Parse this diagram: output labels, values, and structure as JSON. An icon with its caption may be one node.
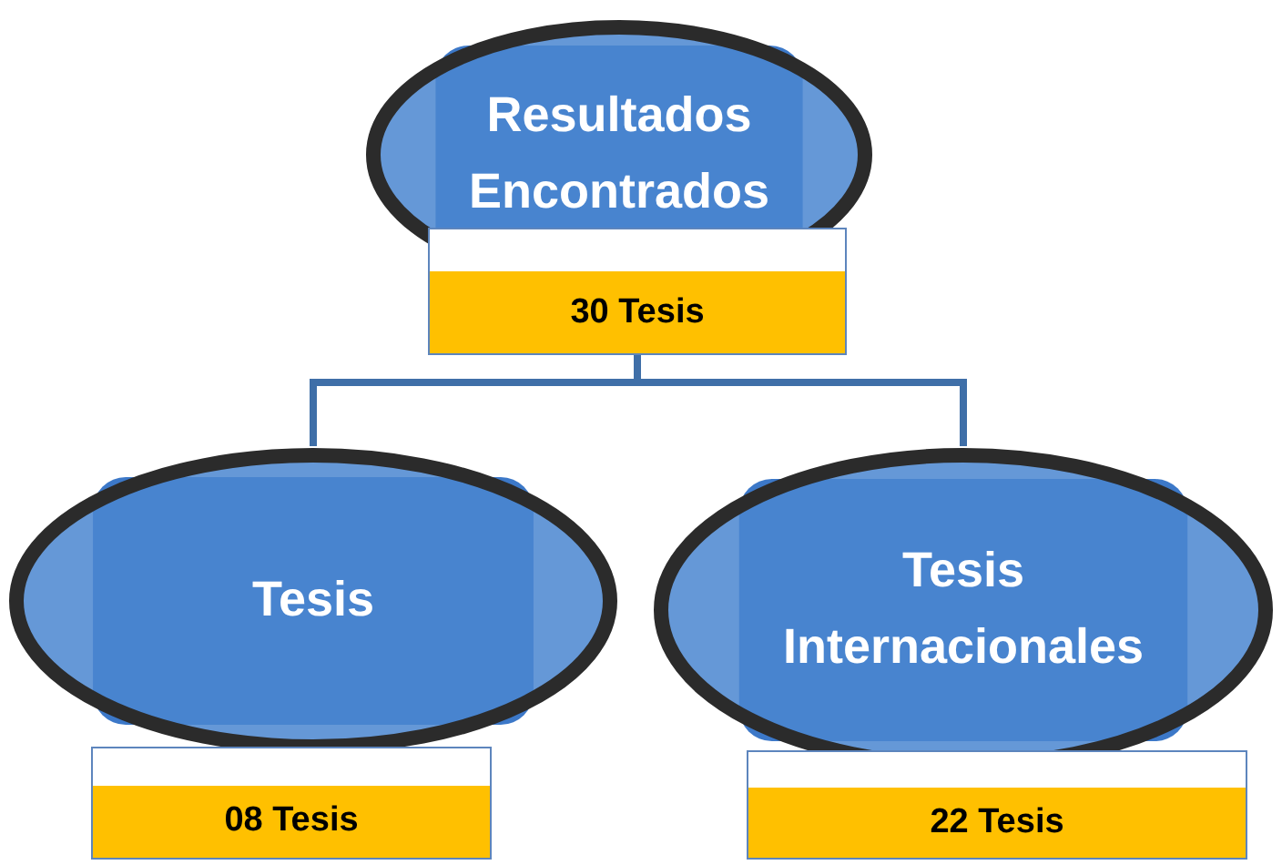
{
  "diagram": {
    "nodes": [
      {
        "text": [
          "Resultados Encontrados"
        ]
      },
      {
        "text": [
          "30 Tesis"
        ]
      },
      {
        "text": [
          "Tesis"
        ]
      },
      {
        "text": [
          "08 Tesis"
        ]
      },
      {
        "text": [
          "Tesis Internacionales"
        ]
      },
      {
        "text": [
          "22 Tesis"
        ]
      }
    ],
    "edges": [
      {
        "from": 1,
        "to": 2,
        "arrow": "none"
      },
      {
        "from": 1,
        "to": 4,
        "arrow": "none"
      }
    ]
  }
}
